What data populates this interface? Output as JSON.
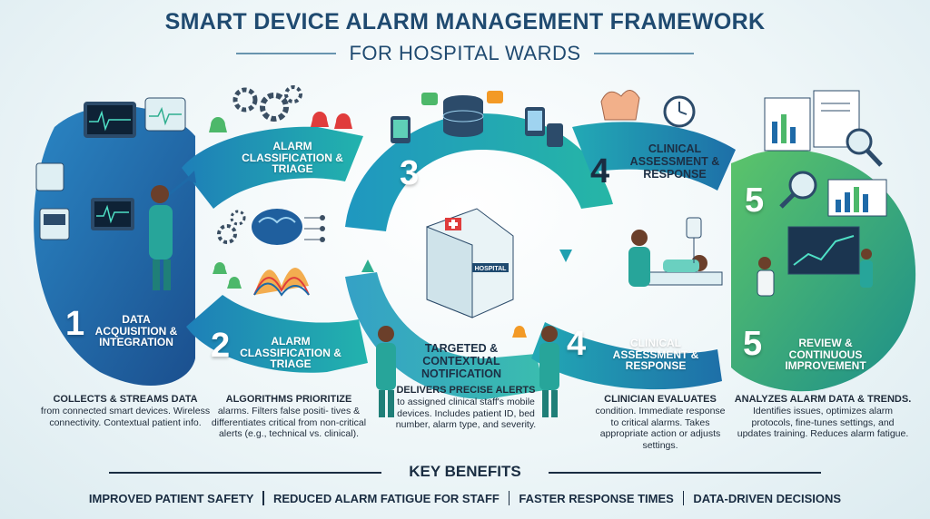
{
  "header": {
    "title": "SMART DEVICE ALARM MANAGEMENT FRAMEWORK",
    "subtitle": "FOR HOSPITAL WARDS"
  },
  "steps": [
    {
      "number": "1",
      "label": "DATA ACQUISITION & INTEGRATION",
      "desc_lead": "COLLECTS & STREAMS DATA",
      "desc": "from connected smart devices. Wireless connectivity. Contextual patient info."
    },
    {
      "number": "2",
      "label": "ALARM CLASSIFICATION & TRIAGE",
      "top_label": "ALARM CLASSIFICATION & TRIAGE",
      "desc_lead": "ALGORITHMS PRIORITIZE",
      "desc": "alarms. Filters false positi- tives & differentiates critical from non-critical alerts (e.g., technical vs. clinical)."
    },
    {
      "number": "3",
      "label": "TARGETED & CONTEXTUAL NOTIFICATION",
      "desc_lead": "DELIVERS PRECISE ALERTS",
      "desc": "to assigned clinical staff's mobile devices. Includes patient ID, bed number, alarm type, and severity.",
      "building_sign": "HOSPITAL"
    },
    {
      "number": "4",
      "label": "CLINICAL ASSESSMENT & RESPONSE",
      "top_label": "CLINICAL ASSESSMENT & RESPONSE",
      "desc_lead": "CLINICIAN EVALUATES",
      "desc": "condition. Immediate response to critical alarms. Takes appropriate action or adjusts settings."
    },
    {
      "number": "5",
      "label": "REVIEW & CONTINUOUS IMPROVEMENT",
      "desc_lead": "ANALYZES ALARM DATA & TRENDS.",
      "desc": "Identifies issues, optimizes alarm protocols, fine-tunes settings, and updates training. Reduces alarm fatigue."
    }
  ],
  "benefits": {
    "title": "KEY BENEFITS",
    "items": [
      "IMPROVED PATIENT SAFETY",
      "REDUCED ALARM FATIGUE FOR STAFF",
      "FASTER RESPONSE TIMES",
      "DATA-DRIVEN DECISIONS"
    ]
  },
  "colors": {
    "navy": "#1f4a70",
    "blue": "#1e6aa8",
    "teal": "#1fa0b0",
    "green": "#4db86a",
    "alarm_red": "#e03c3c",
    "alarm_orange": "#f39a26"
  },
  "icons": [
    "monitor-icon",
    "gear-icon",
    "alarm-bell-icon",
    "brain-icon",
    "database-icon",
    "phone-icon",
    "clock-icon",
    "hands-icon",
    "report-icon",
    "magnifier-icon",
    "hospital-icon",
    "nurse-icon"
  ]
}
